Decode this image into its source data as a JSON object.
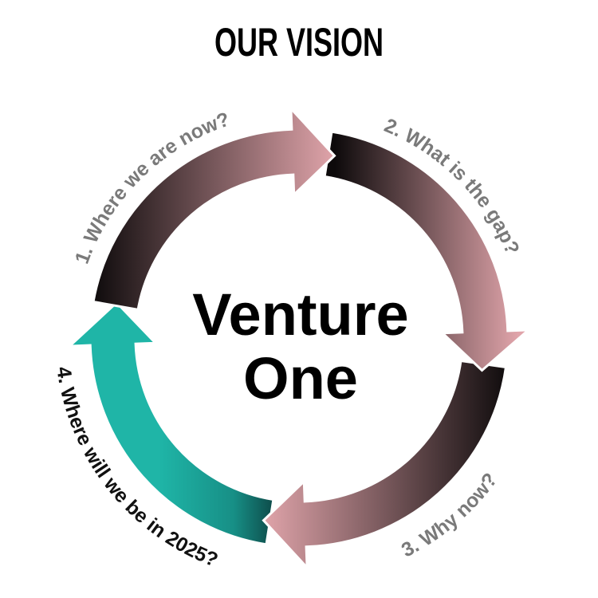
{
  "title": "OUR VISION",
  "center": {
    "line1": "Venture",
    "line2": "One"
  },
  "steps": [
    {
      "label": "1. Where we are now?",
      "color": "#7a7a7a"
    },
    {
      "label": "2. What is the gap?",
      "color": "#7a7a7a"
    },
    {
      "label": "3. Why now?",
      "color": "#7a7a7a"
    },
    {
      "label": "4. Where will we be in 2025?",
      "color": "#111111"
    }
  ],
  "colors": {
    "dark": "#0d0a0b",
    "pink": "#e0a4aa",
    "teal": "#1fb5a7",
    "teal_dark": "#0b3b3b"
  }
}
